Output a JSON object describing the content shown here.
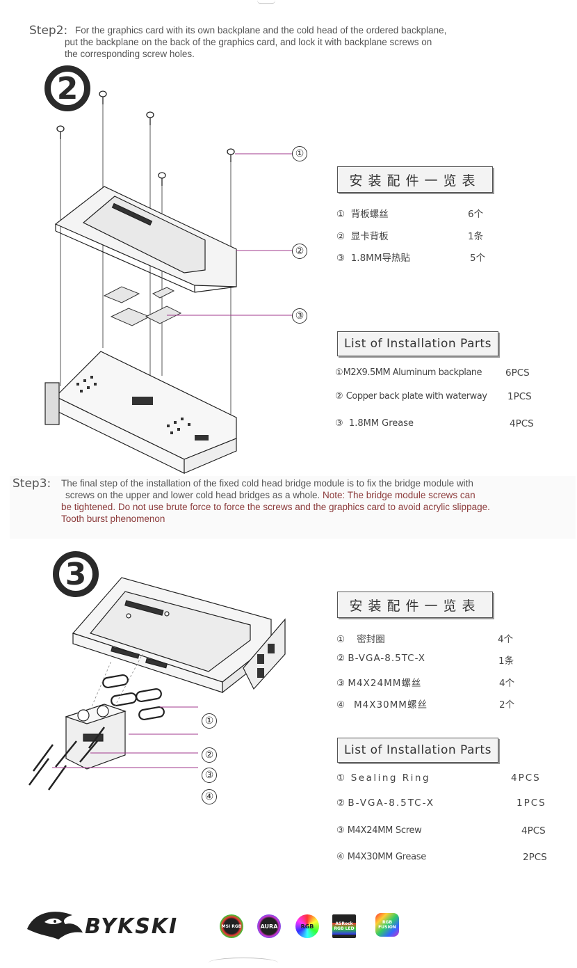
{
  "step2": {
    "label": "Step2:",
    "lines": [
      "For the graphics card with its own backplane and the cold head of the ordered backplane,",
      "put the backplane on the back of the graphics card, and lock it with backplane screws on",
      "the corresponding screw holes."
    ],
    "big_number": "2",
    "callouts": [
      "①",
      "②",
      "③"
    ],
    "cn_table": {
      "title": "安装配件一览表",
      "rows": [
        {
          "idx": "①",
          "name": "背板螺丝",
          "qty": "6个"
        },
        {
          "idx": "②",
          "name": "显卡背板",
          "qty": "1条"
        },
        {
          "idx": "③",
          "name": "1.8MM导热贴",
          "qty": "5个"
        }
      ]
    },
    "en_table": {
      "title": "List of Installation Parts",
      "rows": [
        {
          "idx": "①",
          "name": "M2X9.5MM Aluminum backplane",
          "qty": "6PCS"
        },
        {
          "idx": "②",
          "name": "Copper back plate with waterway",
          "qty": "1PCS"
        },
        {
          "idx": "③",
          "name": "1.8MM Grease",
          "qty": "4PCS"
        }
      ]
    }
  },
  "step3": {
    "label": "Step3:",
    "line1": "The final step of the installation of the fixed cold head bridge module is to fix the bridge module with",
    "line2a": "screws on the upper and lower cold head bridges as a whole. ",
    "line2b": "Note: The bridge module screws can",
    "line3": "be tightened. Do not use brute force to force the screws and the graphics card to avoid acrylic slippage.",
    "line4": "Tooth burst phenomenon",
    "big_number": "3",
    "callouts": [
      "①",
      "②",
      "③",
      "④"
    ],
    "cn_table": {
      "title": "安装配件一览表",
      "rows": [
        {
          "idx": "①",
          "name": "密封圈",
          "qty": "4个"
        },
        {
          "idx": "②",
          "name": "B-VGA-8.5TC-X",
          "qty": "1条"
        },
        {
          "idx": "③",
          "name": "M4X24MM螺丝",
          "qty": "4个"
        },
        {
          "idx": "④",
          "name": "M4X30MM螺丝",
          "qty": "2个"
        }
      ]
    },
    "en_table": {
      "title": "List of Installation Parts",
      "rows": [
        {
          "idx": "①",
          "name": "Sealing Ring",
          "qty": "4PCS"
        },
        {
          "idx": "②",
          "name": "B-VGA-8.5TC-X",
          "qty": "1PCS"
        },
        {
          "idx": "③",
          "name": "M4X24MM Screw",
          "qty": "4PCS"
        },
        {
          "idx": "④",
          "name": "M4X30MM Grease",
          "qty": "2PCS"
        }
      ]
    }
  },
  "footer": {
    "brand": "BYKSKI",
    "badges": [
      "MSI RGB",
      "AURA",
      "RGB",
      "ASRock RGB LED",
      "RGB FUSION"
    ]
  }
}
